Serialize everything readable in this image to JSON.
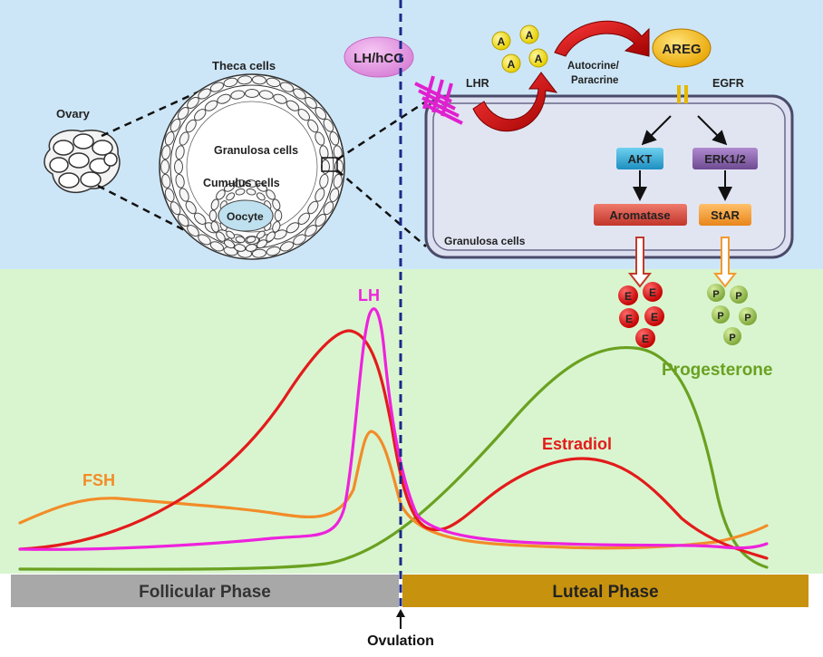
{
  "labels": {
    "ovary": "Ovary",
    "theca": "Theca cells",
    "granulosa": "Granulosa cells",
    "cumulus": "Cumulus cells",
    "oocyte": "Oocyte",
    "lh_hcg": "LH/hCG",
    "lhr": "LHR",
    "autocrine": "Autocrine/",
    "paracrine": "Paracrine",
    "areg": "AREG",
    "egfr": "EGFR",
    "akt": "AKT",
    "erk": "ERK1/2",
    "aromatase": "Aromatase",
    "star": "StAR",
    "granulosa_cells_box": "Granulosa cells",
    "amph_letter": "A",
    "estrogen_letter": "E",
    "progesterone_letter": "P"
  },
  "hormones": {
    "fsh": "FSH",
    "lh": "LH",
    "estradiol": "Estradiol",
    "progesterone": "Progesterone"
  },
  "phases": {
    "follicular": "Follicular Phase",
    "luteal": "Luteal Phase",
    "ovulation": "Ovulation"
  },
  "colors": {
    "top_bg": "#cde6f7",
    "bottom_bg": "#d9f5cf",
    "fsh": "#f28c28",
    "lh": "#ee22dd",
    "estradiol": "#e31b1b",
    "progesterone": "#6aa121",
    "follicular_bar": "#a8a8a8",
    "luteal_bar": "#c7920e",
    "ovulation_line": "#1a2a8a",
    "akt_box": "#2fa9d6",
    "erk_box": "#8a5fa8",
    "aromatase_box": "#d9443a",
    "star_box": "#f29a2e",
    "areg": "#f5b800",
    "lh_hcg_bubble": "#e79be6"
  }
}
